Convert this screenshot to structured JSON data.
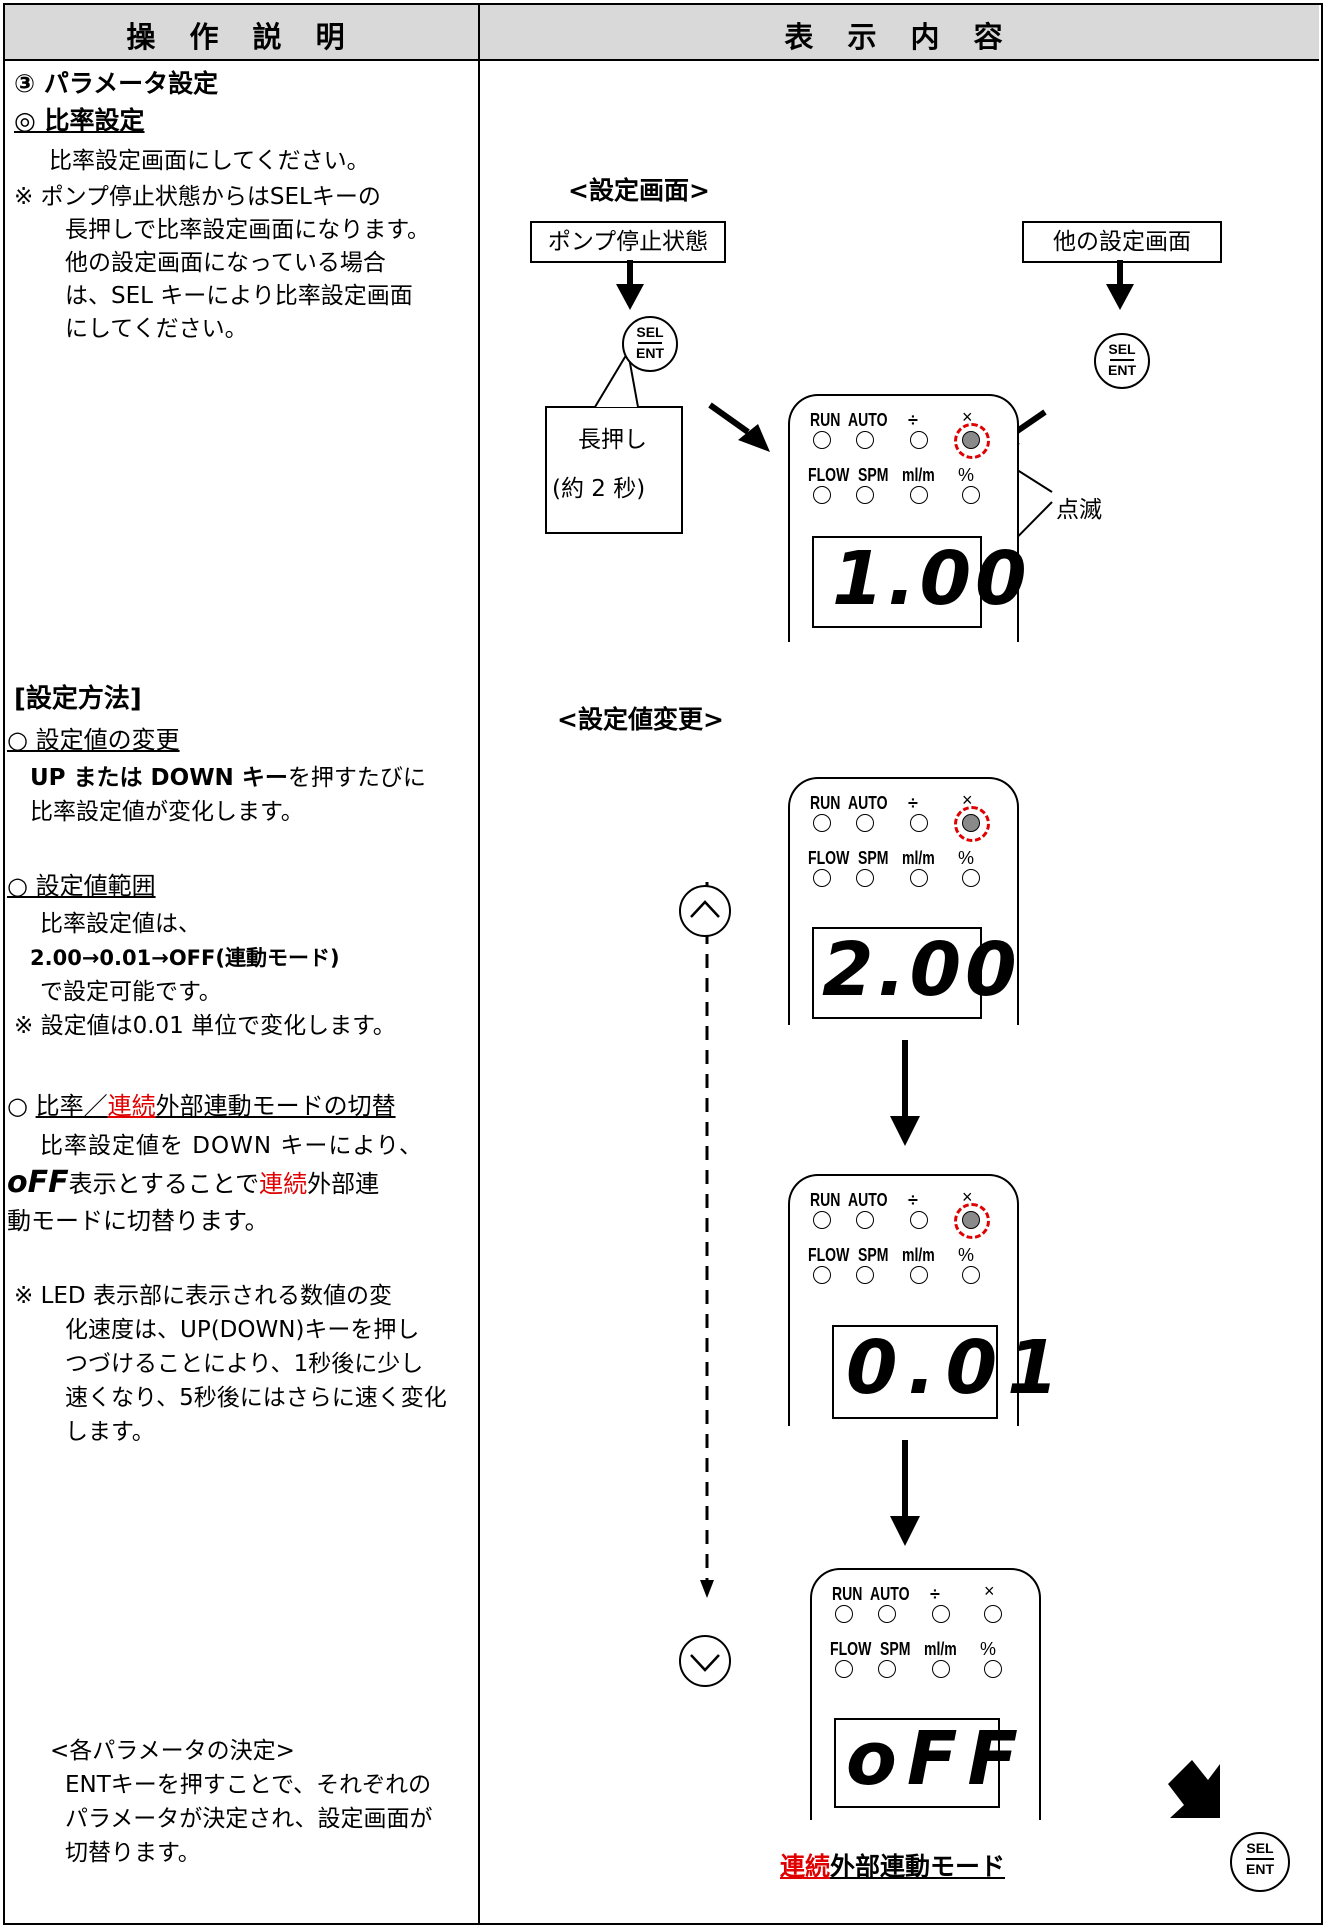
{
  "header": {
    "left": "操 作 説 明",
    "right": "表 示 内 容"
  },
  "left": {
    "section_title": "③ パラメータ設定",
    "subsection": "◎ 比率設定",
    "intro": "比率設定画面にしてください。",
    "note1": [
      "※ ポンプ停止状態からはSELキーの",
      "長押しで比率設定画面になります。",
      "他の設定画面になっている場合",
      "は、SEL キーにより比率設定画面",
      "にしてください。"
    ],
    "method_title": "[設定方法]",
    "change_title": "○ 設定値の変更",
    "change_desc": [
      "UP または DOWN キーを押すたびに",
      "比率設定値が変化します。"
    ],
    "change_desc_bold": "UP または DOWN キー",
    "change_desc_rest": "を押すたびに",
    "range_title": "○ 設定値範囲",
    "range_desc1": "比率設定値は、",
    "range_desc2": "2.00→0.01→OFF(連動モード)",
    "range_desc3": "で設定可能です。",
    "range_note": "※ 設定値は0.01 単位で変化します。",
    "switch_title_pre": "○ ",
    "switch_title_a": "比率／",
    "switch_title_red": "連続",
    "switch_title_b": "外部連動モードの切替",
    "switch_desc1": "比率設定値を DOWN キーにより、",
    "switch_off_glyph": "oFF",
    "switch_desc2a": "表示とすることで",
    "switch_desc2_red": "連続",
    "switch_desc2b": "外部連",
    "switch_desc3": "動モードに切替ります。",
    "led_note": [
      "※ LED 表示部に表示される数値の変",
      "化速度は、UP(DOWN)キーを押し",
      "つづけることにより、1秒後に少し",
      "速くなり、5秒後にはさらに速く変化",
      "します。"
    ],
    "decide_title": "<各パラメータの決定>",
    "decide_desc": [
      "ENTキーを押すことで、それぞれの",
      "パラメータが決定され、設定画面が",
      "切替ります。"
    ]
  },
  "right": {
    "setting_screen_title": "<設定画面>",
    "pump_stop_box": "ポンプ停止状態",
    "other_screen_box": "他の設定画面",
    "long_press": "長押し",
    "long_press_time": "(約 2 秒)",
    "blink_label": "点滅",
    "change_title": "<設定値変更>",
    "mode_label_red": "連続",
    "mode_label_rest": "外部連動モード",
    "key_top": "SEL",
    "key_bottom": "ENT",
    "panel_labels_row1": [
      "RUN",
      "AUTO",
      "÷",
      "×"
    ],
    "panel_labels_row2": [
      "FLOW",
      "SPM",
      "ml/m",
      "%"
    ],
    "displays": [
      "1.00",
      "2.00",
      "0.01",
      "oFF"
    ]
  },
  "colors": {
    "accent_red": "#e00000",
    "led_lit": "#8a8a8a"
  }
}
